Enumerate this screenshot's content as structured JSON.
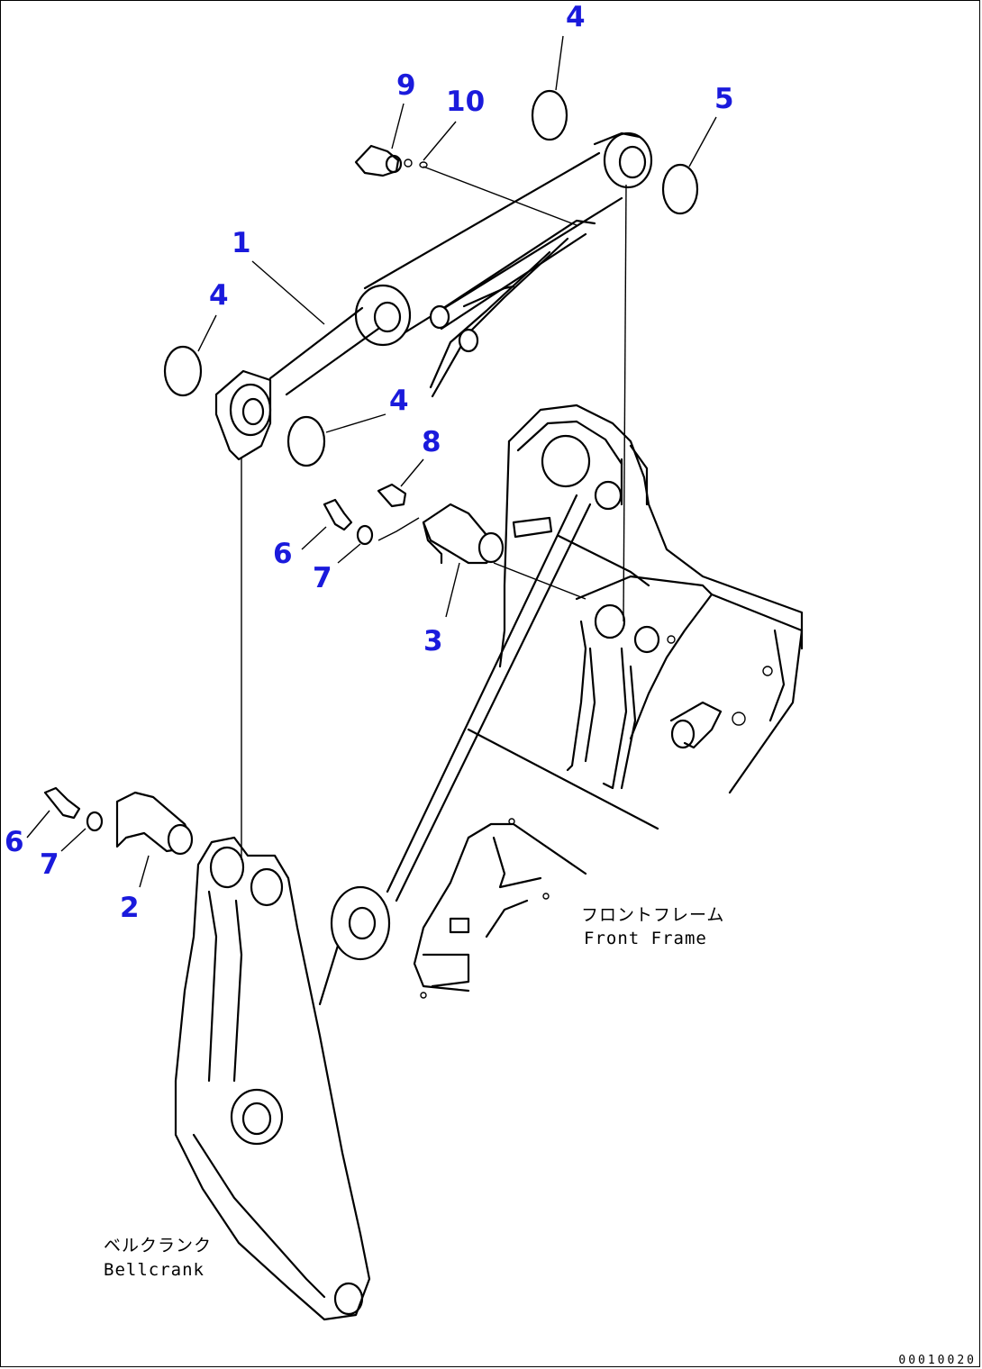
{
  "colors": {
    "callout": "#1a1adc",
    "line": "#000000",
    "background": "#ffffff"
  },
  "callouts": [
    {
      "id": "c4a",
      "text": "4"
    },
    {
      "id": "c9",
      "text": "9"
    },
    {
      "id": "c10",
      "text": "10"
    },
    {
      "id": "c5",
      "text": "5"
    },
    {
      "id": "c1",
      "text": "1"
    },
    {
      "id": "c4b",
      "text": "4"
    },
    {
      "id": "c4c",
      "text": "4"
    },
    {
      "id": "c8",
      "text": "8"
    },
    {
      "id": "c6a",
      "text": "6"
    },
    {
      "id": "c7a",
      "text": "7"
    },
    {
      "id": "c3",
      "text": "3"
    },
    {
      "id": "c6b",
      "text": "6"
    },
    {
      "id": "c7b",
      "text": "7"
    },
    {
      "id": "c2",
      "text": "2"
    }
  ],
  "labels": {
    "front_frame_jp": "フロントフレーム",
    "front_frame_en": "Front Frame",
    "bellcrank_jp": "ベルクランク",
    "bellcrank_en": "Bellcrank"
  },
  "drawing_code": "00010020"
}
